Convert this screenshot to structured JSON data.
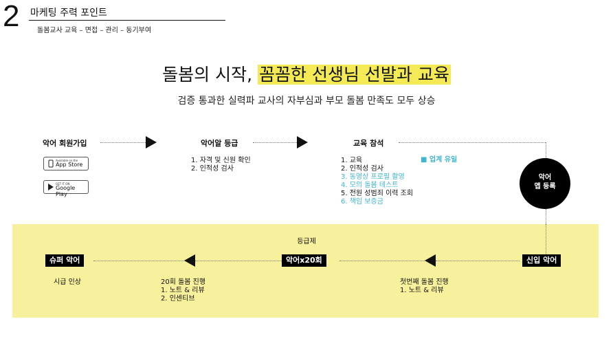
{
  "header": {
    "number": "2",
    "title": "마케팅 주력 포인트",
    "subtitle": "돌봄교사 교육 – 면접 – 관리 – 동기부여"
  },
  "headline": {
    "prefix": "돌봄의 시작,",
    "highlight": "꼼꼼한 선생님 선발과 교육",
    "highlight_color": "#f4ea55",
    "subline": "검증 통과한 실력파 교사의 자부심과 부모 돌봄 만족도 모두 상승"
  },
  "steps": {
    "signup": {
      "label": "악어 회원가입",
      "app_store": {
        "small": "Available on the",
        "big": "App Store",
        "icon": "apple-icon"
      },
      "google_play": {
        "small": "GET IT ON",
        "big": "Google Play",
        "icon": "play-icon"
      }
    },
    "grading": {
      "label": "악어알 등급",
      "items": [
        "1. 자격 및 신원 확인",
        "2. 인적성 검사"
      ]
    },
    "education": {
      "label": "교육 참석",
      "legend": "■ 업계 유일",
      "legend_color": "#3fb6cf",
      "items": [
        {
          "text": "1. 교육",
          "unique": false
        },
        {
          "text": "2. 인적성 검사",
          "unique": false
        },
        {
          "text": "3. 동영상 프로필 촬영",
          "unique": true
        },
        {
          "text": "4. 모의 돌봄 테스트",
          "unique": true
        },
        {
          "text": "5. 전원 성범죄 이력 조회",
          "unique": false
        },
        {
          "text": "6. 책임 보증금",
          "unique": true
        }
      ]
    },
    "app_register": {
      "line1": "악어",
      "line2": "앱 등록"
    }
  },
  "grade_system": {
    "title": "등급제",
    "levels": [
      {
        "badge": "신입 악어",
        "lines": [
          "첫번째 돌봄 진행",
          "1. 노트 & 리뷰"
        ]
      },
      {
        "badge": "악어x20회",
        "lines": [
          "20회 돌봄 진행",
          "1. 노트 & 리뷰",
          "2. 인센티브"
        ]
      },
      {
        "badge": "슈퍼 악어",
        "lines": [
          "시급 인상"
        ]
      }
    ]
  }
}
